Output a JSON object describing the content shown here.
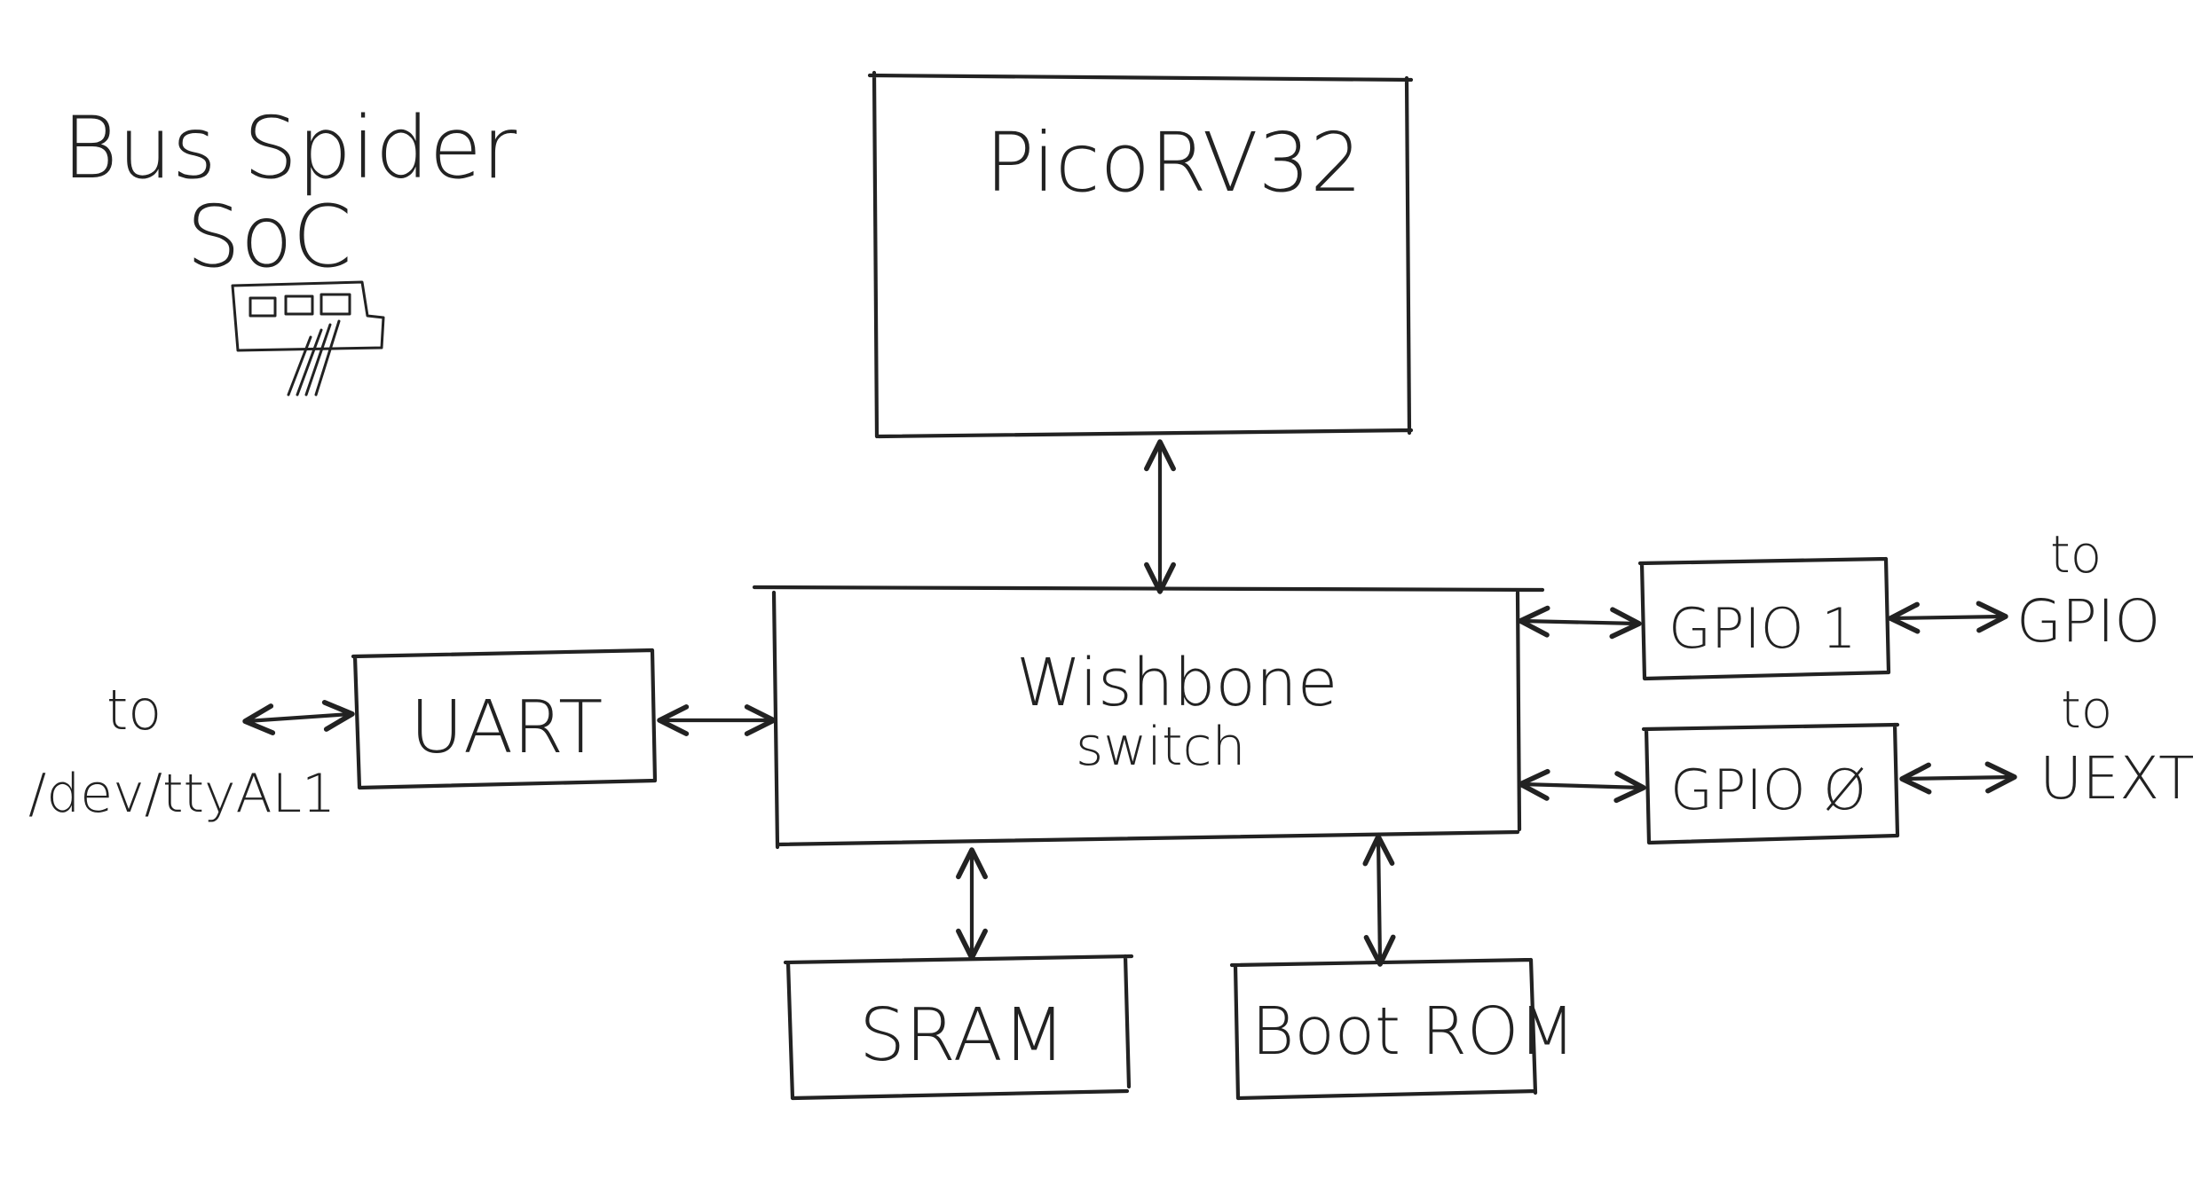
{
  "title": {
    "line1": "Bus Spider",
    "line2": "SoC"
  },
  "blocks": {
    "cpu": "PicoRV32",
    "switch_line1": "Wishbone",
    "switch_line2": "switch",
    "uart": "UART",
    "gpio1": "GPIO 1",
    "gpio0": "GPIO Ø",
    "sram": "SRAM",
    "bootrom": "Boot ROM"
  },
  "externals": {
    "uart_to": "to",
    "uart_target": "/dev/ttyAL1",
    "gpio1_to": "to",
    "gpio1_target": "GPIO",
    "gpio0_to": "to",
    "gpio0_target": "UEXT"
  },
  "colors": {
    "ink": "#222222",
    "background": "#ffffff"
  }
}
